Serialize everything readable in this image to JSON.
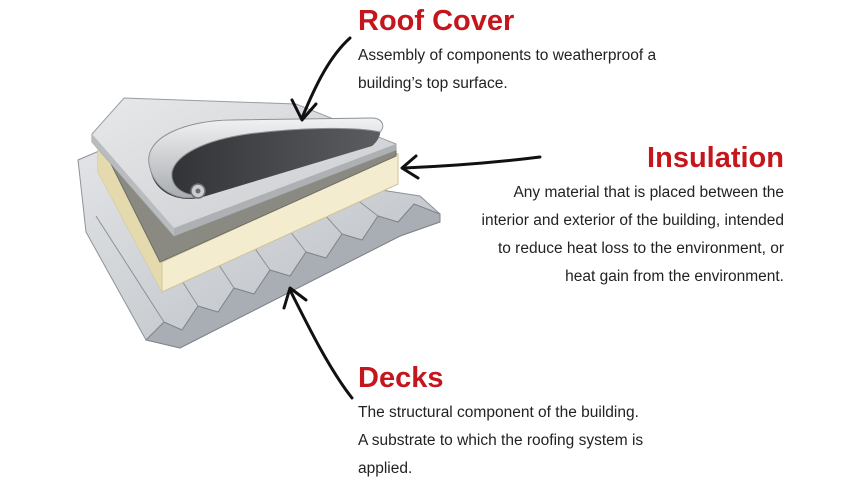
{
  "colors": {
    "title": "#c4161c",
    "body_text": "#222222",
    "metal_deck": "#c9ccd0",
    "insulation": "#efe7c4",
    "membrane_top": "#d4d6d8",
    "membrane_under": "#4a4b4f",
    "arrow": "#111111"
  },
  "callouts": {
    "roof_cover": {
      "title": "Roof Cover",
      "lines": [
        "Assembly of components to weatherproof a",
        "building’s top surface."
      ]
    },
    "insulation": {
      "title": "Insulation",
      "lines": [
        "Any material that is placed between the",
        "interior and exterior of the building, intended",
        "to reduce heat loss to the environment, or",
        "heat gain from the environment."
      ]
    },
    "decks": {
      "title": "Decks",
      "lines": [
        "The structural component of the building.",
        "A substrate to which the roofing system is",
        "applied."
      ]
    }
  },
  "arrows": [
    {
      "name": "roof-cover-arrow",
      "icon": "hand-drawn-arrow"
    },
    {
      "name": "insulation-arrow",
      "icon": "hand-drawn-arrow"
    },
    {
      "name": "decks-arrow",
      "icon": "hand-drawn-arrow"
    }
  ]
}
